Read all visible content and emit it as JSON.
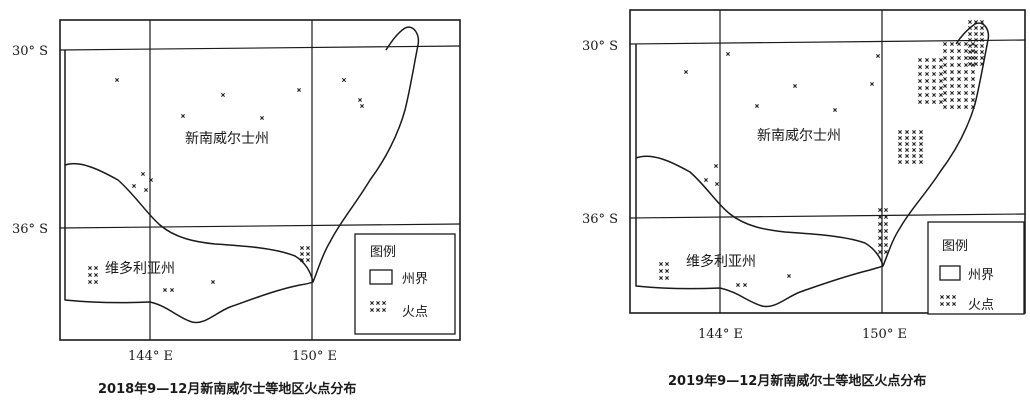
{
  "maps": [
    {
      "caption": "2018年9—12月新南威尔士等地区火点分布",
      "lat_labels": [
        "30° S",
        "36° S"
      ],
      "lon_labels": [
        "144° E",
        "150° E"
      ],
      "state_labels": [
        "新南威尔士州",
        "维多利亚州"
      ],
      "legend": {
        "title": "图例",
        "items": [
          "州界",
          "火点"
        ]
      },
      "fire_density": "sparse"
    },
    {
      "caption": "2019年9—12月新南威尔士等地区火点分布",
      "lat_labels": [
        "30° S",
        "36° S"
      ],
      "lon_labels": [
        "144° E",
        "150° E"
      ],
      "state_labels": [
        "新南威尔士州",
        "维多利亚州"
      ],
      "legend": {
        "title": "图例",
        "items": [
          "州界",
          "火点"
        ]
      },
      "fire_density": "dense"
    }
  ]
}
